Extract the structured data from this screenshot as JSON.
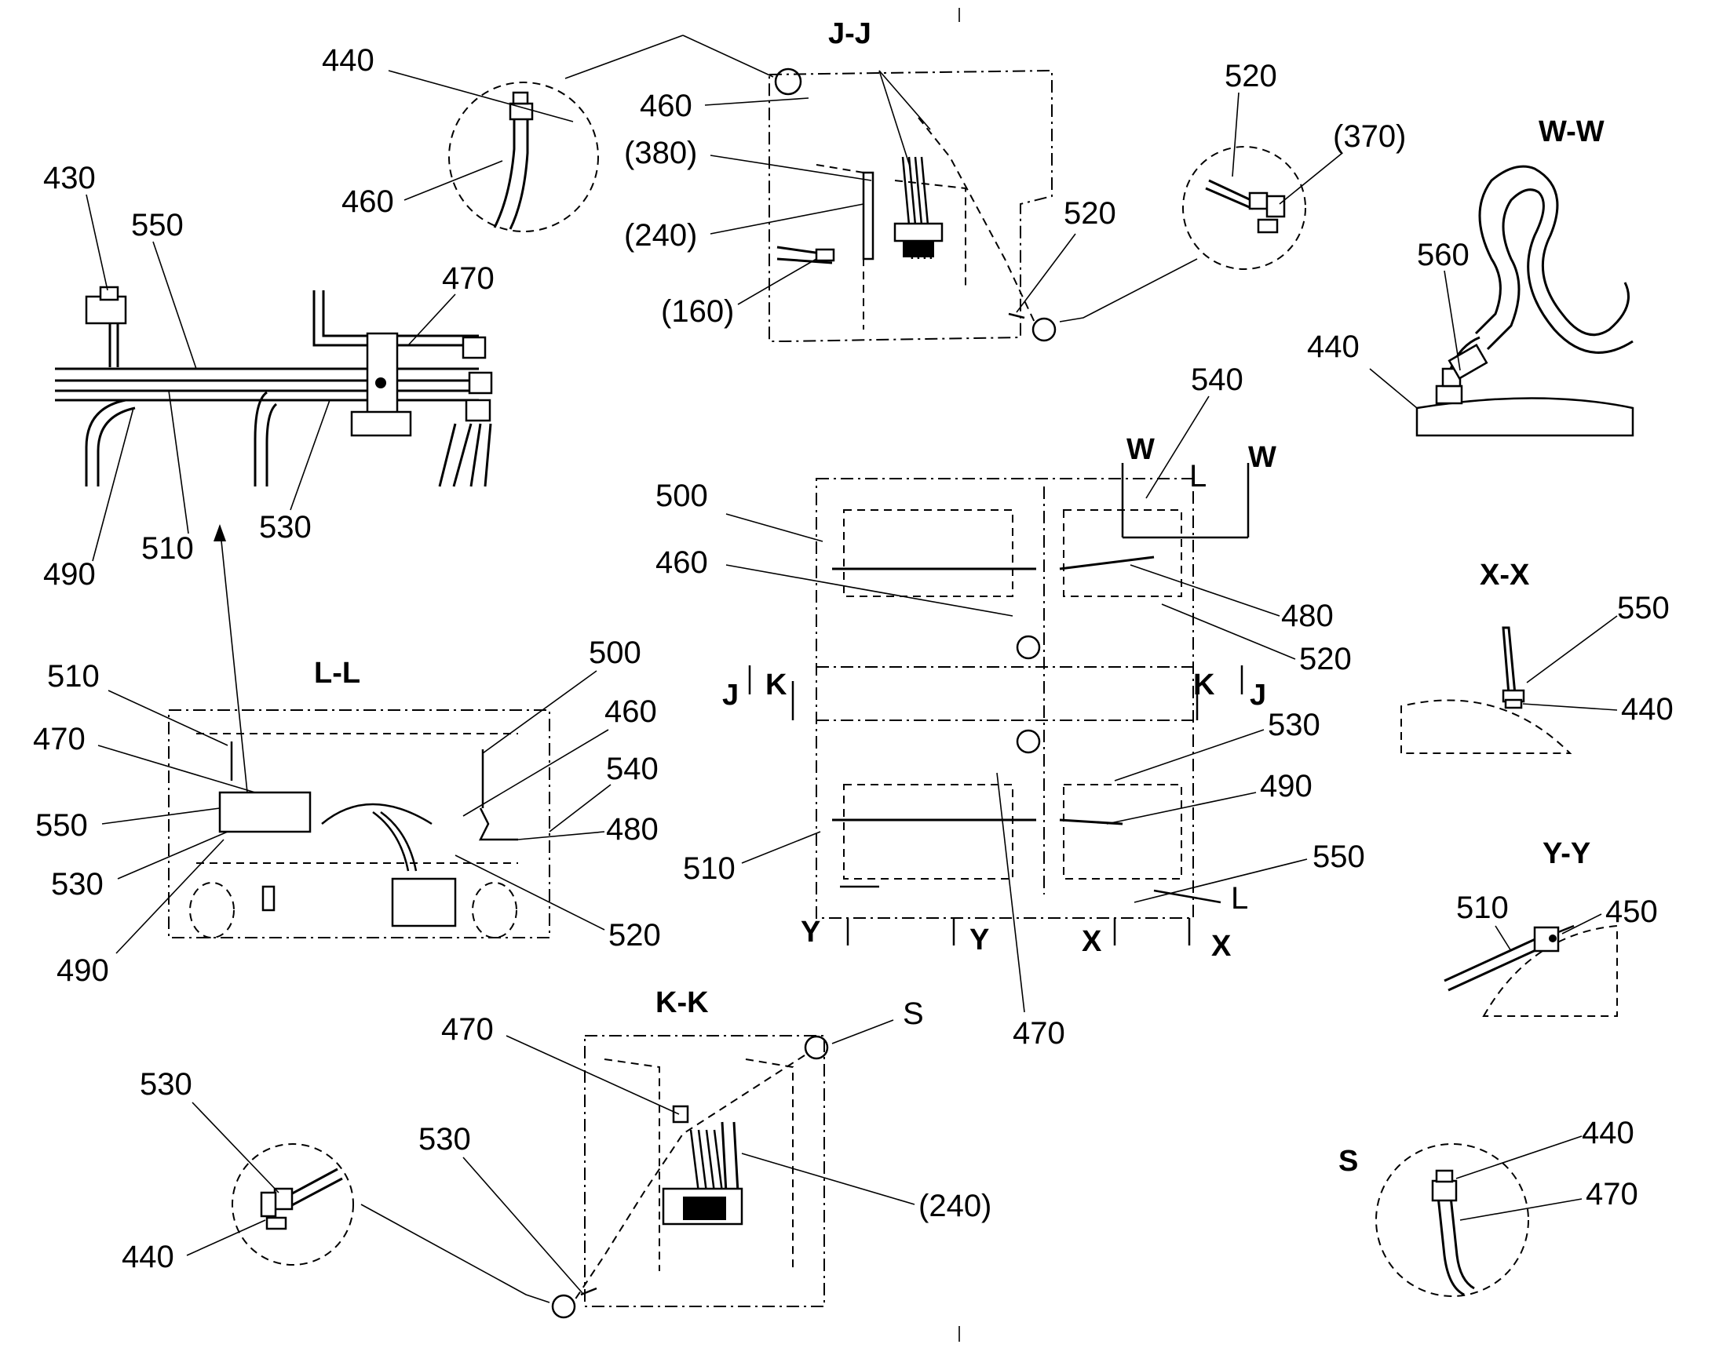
{
  "sections": {
    "jj": "J-J",
    "ww": "W-W",
    "ll": "L-L",
    "xx": "X-X",
    "yy": "Y-Y",
    "kk": "K-K",
    "s": "S"
  },
  "cut_markers": {
    "w": "W",
    "l": "L",
    "j": "J",
    "k": "K",
    "x": "X",
    "y": "Y",
    "s": "S"
  },
  "refs": {
    "r160": "(160)",
    "r240": "(240)",
    "r370": "(370)",
    "r380": "(380)",
    "r430": "430",
    "r440": "440",
    "r450": "450",
    "r460": "460",
    "r470": "470",
    "r480": "480",
    "r490": "490",
    "r500": "500",
    "r510": "510",
    "r520": "520",
    "r530": "530",
    "r540": "540",
    "r550": "550",
    "r560": "560"
  }
}
